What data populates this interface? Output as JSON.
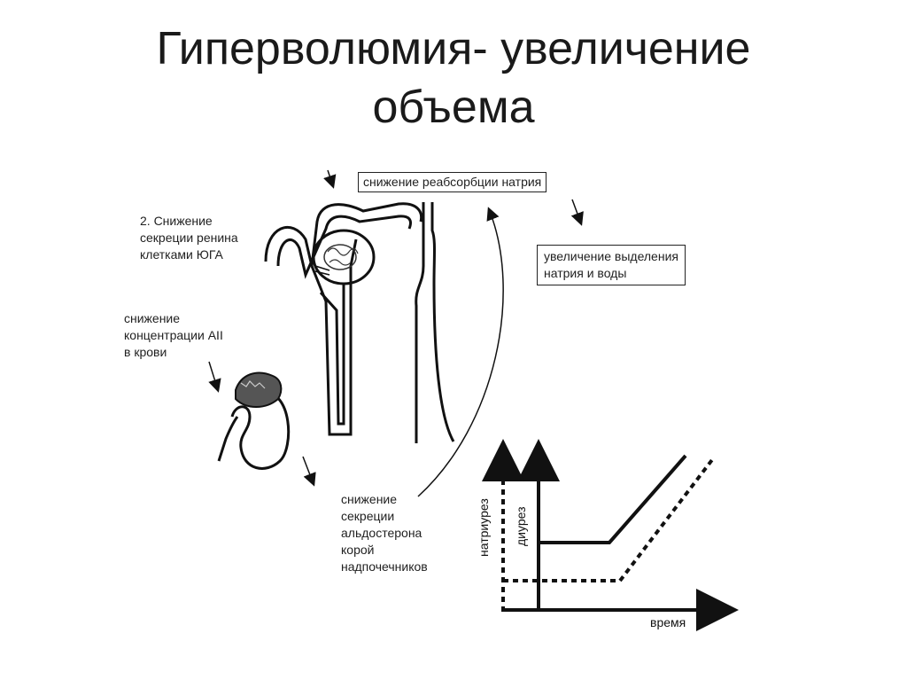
{
  "slide": {
    "title_line1": "Гиперволюмия- увеличение",
    "title_line2": "объема"
  },
  "labels": {
    "renin": [
      "2. Снижение",
      "секреции ренина",
      "клетками ЮГА"
    ],
    "angiotensin": [
      "снижение",
      "концентрации АII",
      "в крови"
    ],
    "aldosterone": [
      "снижение",
      "секреции",
      "альдостерона",
      "корой",
      "надпочечников"
    ],
    "reabsorption_box": "снижение реабсорбции натрия",
    "excretion_box": [
      "увеличение выделения",
      "натрия и воды"
    ]
  },
  "graph": {
    "natriuresis_label": "натриурез",
    "diuresis_label": "диурез",
    "time_label": "время"
  },
  "colors": {
    "line": "#111111",
    "text": "#1f1f1f"
  }
}
